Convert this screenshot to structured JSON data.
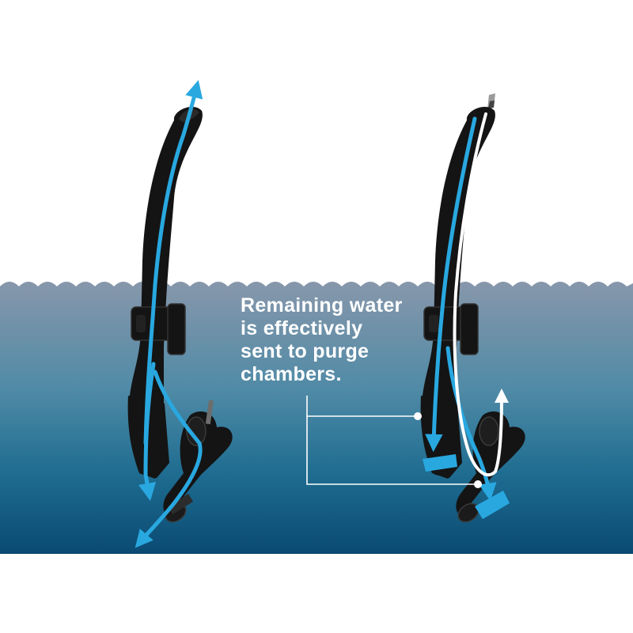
{
  "callout": {
    "lines": [
      "Remaining water",
      "is effectively",
      "sent to purge",
      "chambers."
    ]
  },
  "colors": {
    "water_top": "#8797ab",
    "water_mid": "#2e7b96",
    "water_bottom": "#0a4a72",
    "snorkel_body": "#141414",
    "flow_arrow": "#29a8e0",
    "air_arrow": "#ffffff",
    "leader_line": "#ffffff"
  },
  "icons": {
    "left_snorkel": "snorkel-purging-icon",
    "right_snorkel": "snorkel-purge-chamber-icon"
  }
}
